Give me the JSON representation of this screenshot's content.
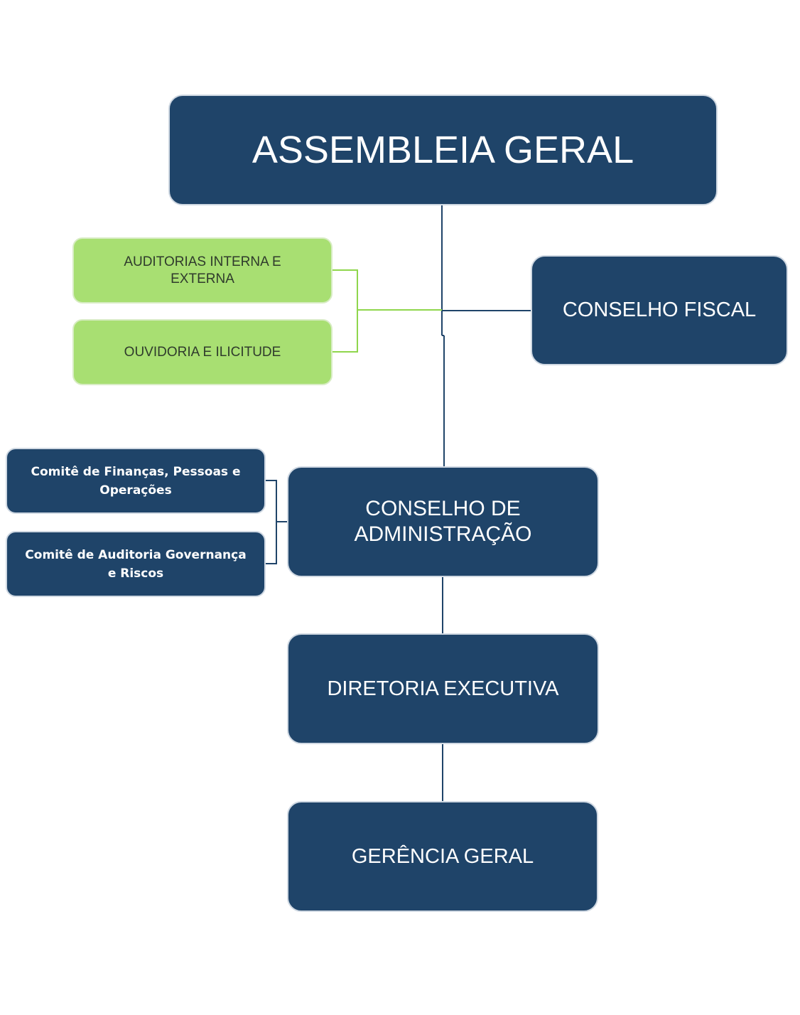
{
  "diagram": {
    "type": "org-chart",
    "nodes": {
      "assembleia": "ASSEMBLEIA GERAL",
      "auditorias": "AUDITORIAS INTERNA E EXTERNA",
      "ouvidoria": "OUVIDORIA E ILICITUDE",
      "conselho_fiscal": "CONSELHO FISCAL",
      "comite_financas": "Comitê de Finanças, Pessoas e Operações",
      "comite_auditoria": "Comitê de Auditoria Governança e Riscos",
      "conselho_adm": "CONSELHO DE ADMINISTRAÇÃO",
      "diretoria": "DIRETORIA EXECUTIVA",
      "gerencia": "GERÊNCIA GERAL"
    },
    "edges": [
      [
        "assembleia",
        "conselho_adm"
      ],
      [
        "assembleia",
        "conselho_fiscal"
      ],
      [
        "assembleia",
        "auditorias"
      ],
      [
        "assembleia",
        "ouvidoria"
      ],
      [
        "conselho_adm",
        "comite_financas"
      ],
      [
        "conselho_adm",
        "comite_auditoria"
      ],
      [
        "conselho_adm",
        "diretoria"
      ],
      [
        "diretoria",
        "gerencia"
      ]
    ]
  },
  "colors": {
    "navy_box": "#1f4469",
    "green_box": "#a8df72",
    "navy_line": "#1f4469",
    "green_line": "#8fd64c"
  }
}
